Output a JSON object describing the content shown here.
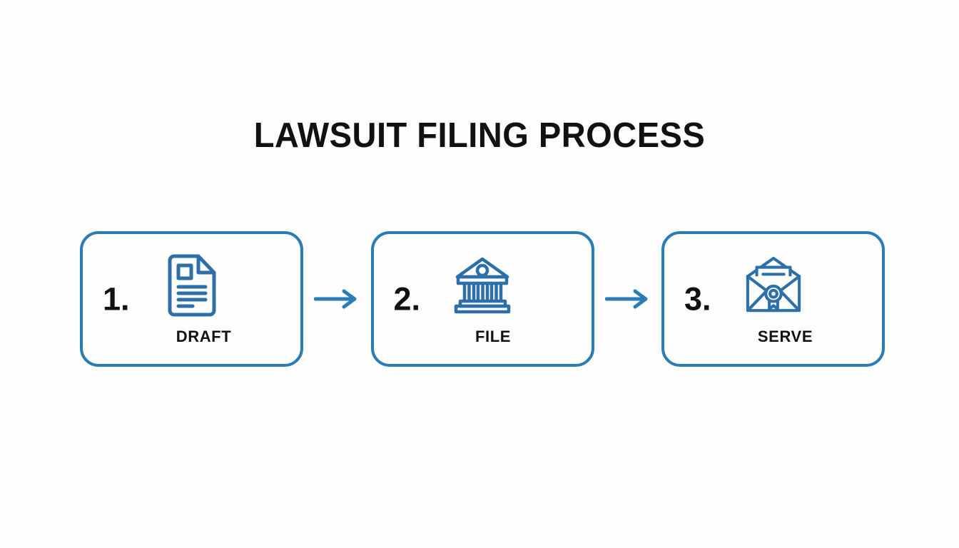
{
  "title": "LAWSUIT FILING PROCESS",
  "colors": {
    "background": "#fdfdfd",
    "accent_blue": "#2a7cb5",
    "icon_blue": "#2d6fa8",
    "text_black": "#111111"
  },
  "steps": [
    {
      "number": "1.",
      "label": "DRAFT",
      "icon": "document-icon"
    },
    {
      "number": "2.",
      "label": "FILE",
      "icon": "courthouse-icon"
    },
    {
      "number": "3.",
      "label": "SERVE",
      "icon": "sealed-envelope-icon"
    }
  ],
  "connectors": [
    {
      "name": "arrow-right-icon"
    },
    {
      "name": "arrow-right-icon"
    }
  ]
}
